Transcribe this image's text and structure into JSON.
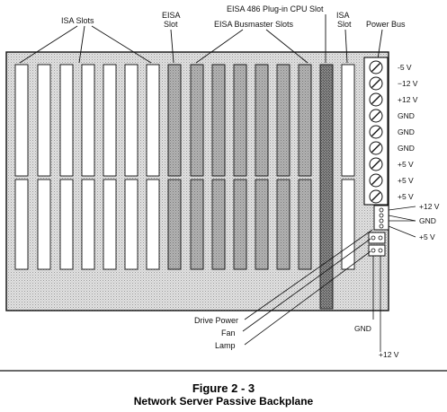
{
  "labels": {
    "isa_slots": "ISA Slots",
    "eisa_slot_line1": "EISA",
    "eisa_slot_line2": "Slot",
    "eisa_busmaster_slots": "EISA Busmaster Slots",
    "cpu_slot": "EISA 486 Plug-in CPU Slot",
    "isa_slot_line1": "ISA",
    "isa_slot_line2": "Slot",
    "power_bus": "Power Bus"
  },
  "power_bus_pins": [
    "-5 V",
    "−12 V",
    "+12 V",
    "GND",
    "GND",
    "GND",
    "+5 V",
    "+5 V",
    "+5 V"
  ],
  "connector_labels": {
    "p12v": "+12 V",
    "gnd": "GND",
    "p5v": "+5 V",
    "fan_gnd": "GND",
    "fan_12v": "+12 V"
  },
  "left_labels": {
    "drive_power": "Drive Power",
    "fan": "Fan",
    "lamp": "Lamp"
  },
  "caption": {
    "line1": "Figure 2 - 3",
    "line2": "Network Server Passive Backplane"
  },
  "colors": {
    "board": "#d6d6d6",
    "white_slot": "#ffffff",
    "dark_slot": "#a8a8a8",
    "cpu_slot": "#6e6e6e",
    "ink": "#111111"
  }
}
